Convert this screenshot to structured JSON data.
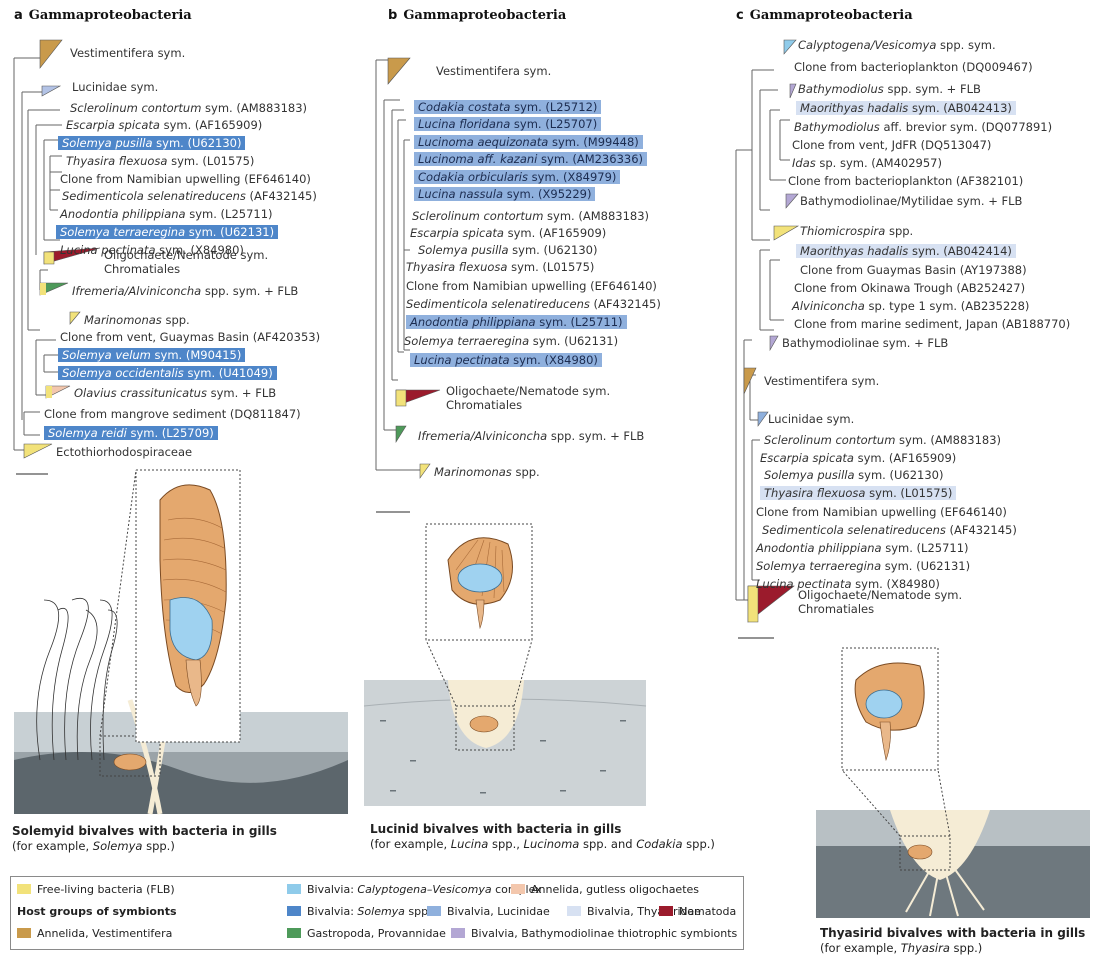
{
  "panel_a": {
    "letter": "a",
    "title": "Gammaproteobacteria",
    "leaves": [
      {
        "pre": "",
        "name": "",
        "post": "Vestimentifera sym.",
        "hl": ""
      },
      {
        "pre": "",
        "name": "",
        "post": "Lucinidae sym.",
        "hl": ""
      },
      {
        "pre": "",
        "name": "Sclerolinum contortum",
        "post": " sym. (AM883183)",
        "hl": ""
      },
      {
        "pre": "",
        "name": "Escarpia spicata",
        "post": " sym. (AF165909)",
        "hl": ""
      },
      {
        "pre": "",
        "name": "Solemya pusilla",
        "post": " sym. (U62130)",
        "hl": "dark"
      },
      {
        "pre": "",
        "name": "Thyasira flexuosa",
        "post": " sym. (L01575)",
        "hl": ""
      },
      {
        "pre": "",
        "name": "",
        "post": "Clone from Namibian upwelling (EF646140)",
        "hl": ""
      },
      {
        "pre": "",
        "name": "Sedimenticola selenatireducens",
        "post": " (AF432145)",
        "hl": ""
      },
      {
        "pre": "",
        "name": "Anodontia philippiana",
        "post": " sym. (L25711)",
        "hl": ""
      },
      {
        "pre": "",
        "name": "Solemya terraeregina",
        "post": " sym. (U62131)",
        "hl": "dark"
      },
      {
        "pre": "",
        "name": "Lucina pectinata",
        "post": " sym. (X84980)",
        "hl": ""
      },
      {
        "pre": "",
        "name": "",
        "post": "Oligochaete/Nematode sym.",
        "hl": ""
      },
      {
        "pre": "",
        "name": "",
        "post": "Chromatiales",
        "hl": ""
      },
      {
        "pre": "",
        "name": "Ifremeria/Alviniconcha",
        "post": " spp. sym. + FLB",
        "hl": ""
      },
      {
        "pre": "",
        "name": "Marinomonas",
        "post": " spp.",
        "hl": ""
      },
      {
        "pre": "",
        "name": "",
        "post": "Clone from vent, Guaymas Basin (AF420353)",
        "hl": ""
      },
      {
        "pre": "",
        "name": "Solemya velum",
        "post": " sym. (M90415)",
        "hl": "dark"
      },
      {
        "pre": "",
        "name": "Solemya occidentalis",
        "post": " sym. (U41049)",
        "hl": "dark"
      },
      {
        "pre": "",
        "name": "Olavius crassitunicatus",
        "post": " sym. + FLB",
        "hl": ""
      },
      {
        "pre": "",
        "name": "",
        "post": "Clone from mangrove sediment (DQ811847)",
        "hl": ""
      },
      {
        "pre": "",
        "name": "Solemya reidi",
        "post": " sym. (L25709)",
        "hl": "dark"
      },
      {
        "pre": "",
        "name": "",
        "post": "Ectothiorhodospiraceae",
        "hl": ""
      }
    ],
    "caption_title": "Solemyid bivalves with bacteria in gills",
    "caption_pre": "(for example, ",
    "caption_italic": "Solemya",
    "caption_post": " spp.)"
  },
  "panel_b": {
    "letter": "b",
    "title": "Gammaproteobacteria",
    "leaves": [
      {
        "name": "",
        "post": "Vestimentifera sym.",
        "hl": ""
      },
      {
        "name": "Codakia costata",
        "post": " sym. (L25712)",
        "hl": "mid"
      },
      {
        "name": "Lucina floridana",
        "post": " sym. (L25707)",
        "hl": "mid"
      },
      {
        "name": "Lucinoma aequizonata",
        "post": " sym. (M99448)",
        "hl": "mid"
      },
      {
        "name": "Lucinoma aff. kazani",
        "post": " sym. (AM236336)",
        "hl": "mid"
      },
      {
        "name": "Codakia orbicularis",
        "post": " sym. (X84979)",
        "hl": "mid"
      },
      {
        "name": "Lucina nassula",
        "post": " sym. (X95229)",
        "hl": "mid"
      },
      {
        "name": "Sclerolinum contortum",
        "post": " sym. (AM883183)",
        "hl": ""
      },
      {
        "name": "Escarpia spicata",
        "post": " sym. (AF165909)",
        "hl": ""
      },
      {
        "name": "Solemya pusilla",
        "post": " sym. (U62130)",
        "hl": ""
      },
      {
        "name": "Thyasira flexuosa",
        "post": " sym. (L01575)",
        "hl": ""
      },
      {
        "name": "",
        "post": "Clone from Namibian upwelling (EF646140)",
        "hl": ""
      },
      {
        "name": "Sedimenticola selenatireducens",
        "post": " (AF432145)",
        "hl": ""
      },
      {
        "name": "Anodontia philippiana",
        "post": " sym. (L25711)",
        "hl": "mid"
      },
      {
        "name": "Solemya terraeregina",
        "post": " sym. (U62131)",
        "hl": ""
      },
      {
        "name": "Lucina pectinata",
        "post": " sym. (X84980)",
        "hl": "mid"
      },
      {
        "name": "",
        "post": "Oligochaete/Nematode sym.",
        "hl": ""
      },
      {
        "name": "",
        "post": "Chromatiales",
        "hl": ""
      },
      {
        "name": "Ifremeria/Alviniconcha",
        "post": " spp. sym. + FLB",
        "hl": ""
      },
      {
        "name": "Marinomonas",
        "post": " spp.",
        "hl": ""
      }
    ],
    "caption_title": "Lucinid bivalves with bacteria in gills",
    "caption_pre": "(for example, ",
    "caption_i1": "Lucina",
    "caption_m1": " spp., ",
    "caption_i2": "Lucinoma",
    "caption_m2": " spp. and ",
    "caption_i3": "Codakia",
    "caption_post": " spp.)"
  },
  "panel_c": {
    "letter": "c",
    "title": "Gammaproteobacteria",
    "leaves": [
      {
        "name": "Calyptogena/Vesicomya",
        "post": " spp. sym.",
        "hl": ""
      },
      {
        "name": "",
        "post": "Clone from bacterioplankton (DQ009467)",
        "hl": ""
      },
      {
        "name": "Bathymodiolus",
        "post": " spp. sym. + FLB",
        "hl": ""
      },
      {
        "name": "Maorithyas hadalis",
        "post": " sym. (AB042413)",
        "hl": "light"
      },
      {
        "name": "Bathymodiolus",
        "post": " aff. brevior sym. (DQ077891)",
        "hl": ""
      },
      {
        "name": "",
        "post": "Clone from vent, JdFR (DQ513047)",
        "hl": ""
      },
      {
        "name": "Idas",
        "post": " sp. sym. (AM402957)",
        "hl": ""
      },
      {
        "name": "",
        "post": "Clone from bacterioplankton (AF382101)",
        "hl": ""
      },
      {
        "name": "",
        "post": "Bathymodiolinae/Mytilidae sym. + FLB",
        "hl": ""
      },
      {
        "name": "Thiomicrospira",
        "post": " spp.",
        "hl": ""
      },
      {
        "name": "Maorithyas hadalis",
        "post": " sym. (AB042414)",
        "hl": "light"
      },
      {
        "name": "",
        "post": "Clone from Guaymas Basin (AY197388)",
        "hl": ""
      },
      {
        "name": "",
        "post": "Clone from Okinawa Trough (AB252427)",
        "hl": ""
      },
      {
        "name": "Alviniconcha",
        "post": " sp. type 1 sym. (AB235228)",
        "hl": ""
      },
      {
        "name": "",
        "post": "Clone from marine sediment, Japan (AB188770)",
        "hl": ""
      },
      {
        "name": "",
        "post": "Bathymodiolinae sym. + FLB",
        "hl": ""
      },
      {
        "name": "",
        "post": "Vestimentifera sym.",
        "hl": ""
      },
      {
        "name": "",
        "post": "Lucinidae sym.",
        "hl": ""
      },
      {
        "name": "Sclerolinum contortum",
        "post": " sym. (AM883183)",
        "hl": ""
      },
      {
        "name": "Escarpia spicata",
        "post": " sym. (AF165909)",
        "hl": ""
      },
      {
        "name": "Solemya pusilla",
        "post": " sym. (U62130)",
        "hl": ""
      },
      {
        "name": "Thyasira flexuosa",
        "post": " sym. (L01575)",
        "hl": "light"
      },
      {
        "name": "",
        "post": "Clone from Namibian upwelling (EF646140)",
        "hl": ""
      },
      {
        "name": "Sedimenticola selenatireducens",
        "post": " (AF432145)",
        "hl": ""
      },
      {
        "name": "Anodontia philippiana",
        "post": " sym. (L25711)",
        "hl": ""
      },
      {
        "name": "Solemya terraeregina",
        "post": " sym. (U62131)",
        "hl": ""
      },
      {
        "name": "Lucina pectinata",
        "post": " sym. (X84980)",
        "hl": ""
      },
      {
        "name": "",
        "post": "Oligochaete/Nematode sym.",
        "hl": ""
      },
      {
        "name": "",
        "post": "Chromatiales",
        "hl": ""
      }
    ],
    "caption_title": "Thyasirid bivalves with bacteria in gills",
    "caption_pre": "(for example, ",
    "caption_italic": "Thyasira",
    "caption_post": " spp.)"
  },
  "legend": {
    "items": [
      {
        "label": "Free-living bacteria (FLB)",
        "color": "#f2e27a"
      },
      {
        "label_pre": "Bivalvia: ",
        "label_i": "Calyptogena–Vesicomya",
        "label_post": " complex",
        "color": "#8fcbea"
      },
      {
        "label": "Annelida, gutless oligochaetes",
        "color": "#f3c7ad"
      },
      {
        "label": "Host groups of symbionts",
        "color": ""
      },
      {
        "label_pre": "Bivalvia: ",
        "label_i": "Solemya",
        "label_post": " spp.",
        "color": "#4e86c9"
      },
      {
        "label": "Bivalvia, Lucinidae",
        "color": "#8fb0dd"
      },
      {
        "label": "Bivalvia, Thyasiridae",
        "color": "#d7e1f2"
      },
      {
        "label": "Nematoda",
        "color": "#9b1b2c"
      },
      {
        "label": "Annelida, Vestimentifera",
        "color": "#c99a4b"
      },
      {
        "label": "Gastropoda, Provannidae",
        "color": "#4e9a5a"
      },
      {
        "label": "Bivalvia, Bathymodiolinae thiotrophic symbionts",
        "color": "#b3a7d4"
      }
    ]
  },
  "colors": {
    "vestimentifera": "#c99a4b",
    "flb": "#f2e27a",
    "nematoda": "#9b1b2c",
    "provannidae": "#4e9a5a",
    "oligochaete": "#f3c7ad",
    "bathymodiolinae": "#b3a7d4",
    "lucinidae": "#8fb0dd",
    "sediment": "#d7dcdf",
    "shell": "#e4a86e",
    "gill": "#9fd2f0"
  }
}
